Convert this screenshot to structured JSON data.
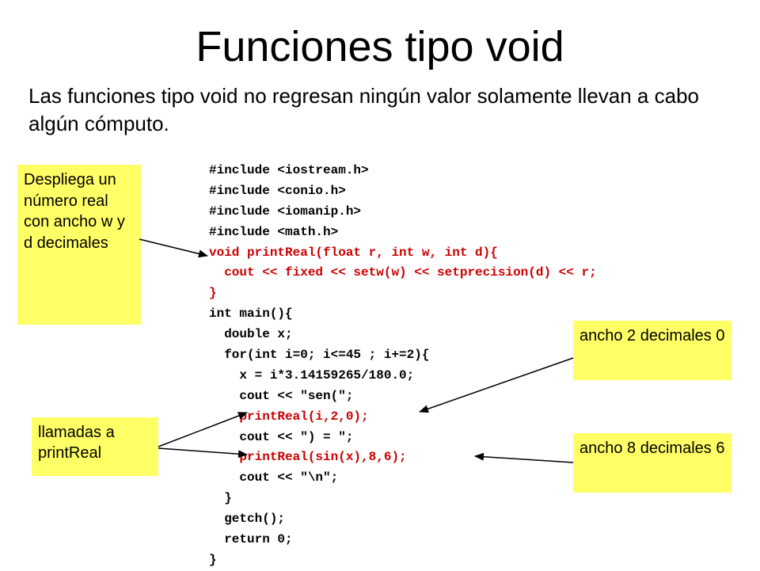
{
  "title": "Funciones tipo void",
  "intro": "Las funciones tipo void no regresan ningún valor solamente llevan a cabo algún cómputo.",
  "code_lines": [
    {
      "text": "#include <iostream.h>",
      "color": "#000000"
    },
    {
      "text": "#include <conio.h>",
      "color": "#000000"
    },
    {
      "text": "#include <iomanip.h>",
      "color": "#000000"
    },
    {
      "text": "#include <math.h>",
      "color": "#000000"
    },
    {
      "text": "void printReal(float r, int w, int d){",
      "color": "#cc0000"
    },
    {
      "text": "  cout << fixed << setw(w) << setprecision(d) << r;",
      "color": "#cc0000"
    },
    {
      "text": "}",
      "color": "#cc0000"
    },
    {
      "text": "int main(){",
      "color": "#000000"
    },
    {
      "text": "  double x;",
      "color": "#000000"
    },
    {
      "text": "  for(int i=0; i<=45 ; i+=2){",
      "color": "#000000"
    },
    {
      "text": "    x = i*3.14159265/180.0;",
      "color": "#000000"
    },
    {
      "text": "    cout << \"sen(\";",
      "color": "#000000"
    },
    {
      "text": "    printReal(i,2,0);",
      "color": "#cc0000"
    },
    {
      "text": "    cout << \") = \";",
      "color": "#000000"
    },
    {
      "text": "    printReal(sin(x),8,6);",
      "color": "#cc0000"
    },
    {
      "text": "    cout << \"\\n\";",
      "color": "#000000"
    },
    {
      "text": "  }",
      "color": "#000000"
    },
    {
      "text": "  getch();",
      "color": "#000000"
    },
    {
      "text": "  return 0;",
      "color": "#000000"
    },
    {
      "text": "}",
      "color": "#000000"
    }
  ],
  "notes": {
    "despliega": "Despliega un número real con ancho w y d decimales",
    "llamadas": "llamadas a printReal",
    "ancho2": "ancho 2 decimales 0",
    "ancho8": "ancho 8 decimales 6"
  },
  "colors": {
    "note_background": "#ffff66",
    "code_highlight": "#cc0000",
    "text": "#000000"
  }
}
